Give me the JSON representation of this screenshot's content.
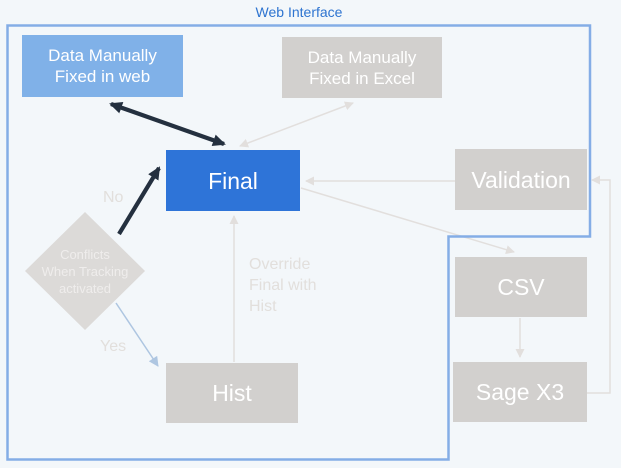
{
  "frame": {
    "title": "Web Interface"
  },
  "colors": {
    "background": "#f3f7fa",
    "frame_border": "#84ade6",
    "frame_title": "#2e74d0",
    "node_blue": "#2e74d8",
    "node_light_blue": "#80b1e8",
    "node_gray": "#d2d0ce",
    "diamond_gray": "#dcdad8",
    "dark_arrow": "#24303f",
    "light_arrow": "#e2dfdd",
    "yes_arrow": "#aec6e1",
    "label_gray": "#e2dfdc",
    "node_text": "#ffffff"
  },
  "nodes": {
    "web_fix": {
      "lines": [
        "Data Manually",
        "Fixed in web"
      ]
    },
    "excel_fix": {
      "lines": [
        "Data Manually",
        "Fixed in Excel"
      ]
    },
    "final": {
      "label": "Final"
    },
    "validation": {
      "label": "Validation"
    },
    "csv": {
      "label": "CSV"
    },
    "sage": {
      "label": "Sage X3"
    },
    "hist": {
      "label": "Hist"
    },
    "conflicts": {
      "lines": [
        "Conflicts",
        "When Tracking",
        "activated"
      ]
    }
  },
  "edge_labels": {
    "no": "No",
    "yes": "Yes",
    "override": [
      "Override",
      "Final with",
      "Hist"
    ]
  }
}
